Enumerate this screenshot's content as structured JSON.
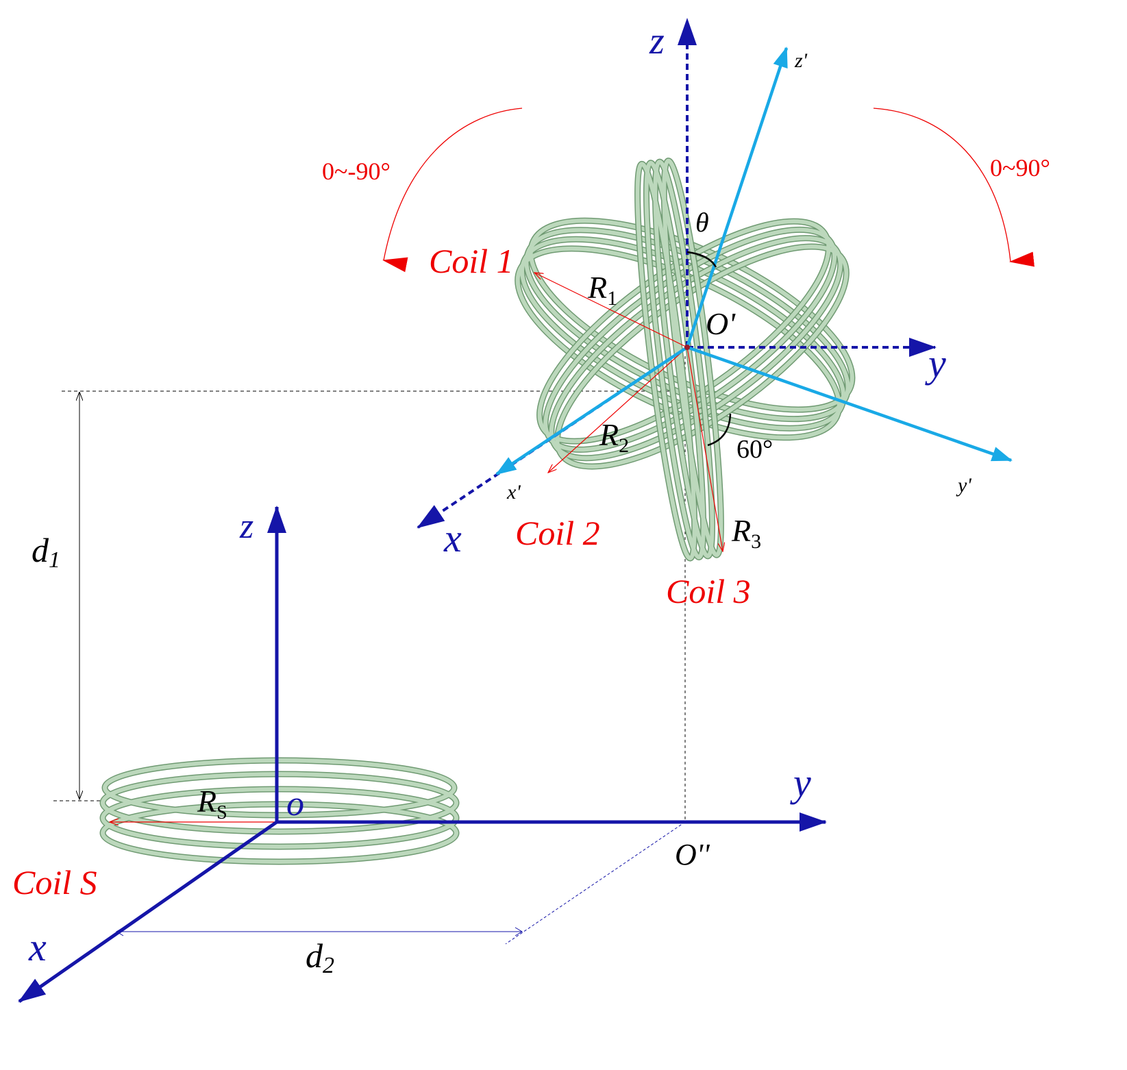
{
  "colors": {
    "axis_main": "#1515a8",
    "axis_rotated": "#19a9e6",
    "coil_label": "#ee0000",
    "coil_fill": "#b9d6b9",
    "coil_stroke": "#6f9a72",
    "dimension": "#000000"
  },
  "labels": {
    "base_z": "z",
    "base_y": "y",
    "base_x": "x",
    "base_origin": "o",
    "top_z": "z",
    "top_y": "y",
    "top_x": "x",
    "rot_z": "z'",
    "rot_y": "y'",
    "rot_x": "x'",
    "origin_top": "O'",
    "origin_proj": "O''",
    "theta": "θ",
    "angle_60": "60°",
    "rot_left": "0~-90°",
    "rot_right": "0~90°",
    "coil1": "Coil 1",
    "coil2": "Coil 2",
    "coil3": "Coil 3",
    "coilS": "Coil S",
    "R1_main": "R",
    "R1_sub": "1",
    "R2_main": "R",
    "R2_sub": "2",
    "R3_main": "R",
    "R3_sub": "3",
    "RS_main": "R",
    "RS_sub": "S",
    "d1_main": "d",
    "d1_sub": "1",
    "d2_main": "d",
    "d2_sub": "2"
  }
}
